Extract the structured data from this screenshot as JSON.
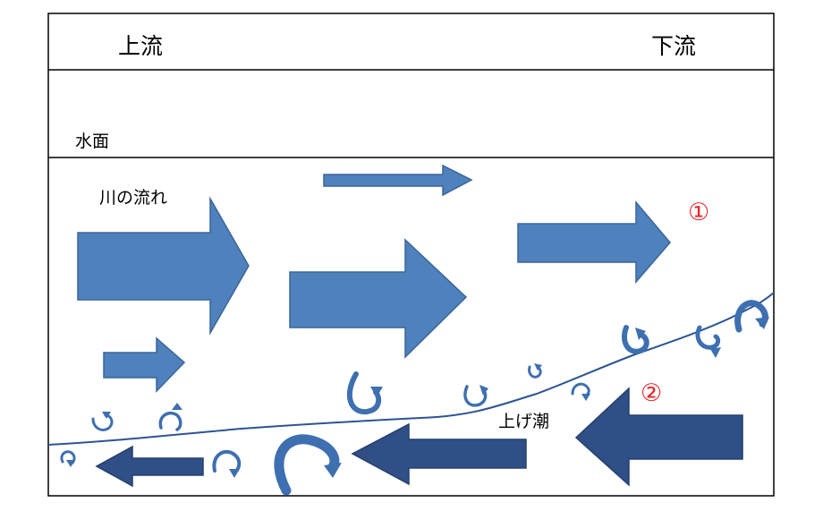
{
  "header": {
    "upstream": "上流",
    "downstream": "下流"
  },
  "labels": {
    "water_surface": "水面",
    "river_flow": "川の流れ",
    "rising_tide": "上げ潮"
  },
  "markers": {
    "one": "①",
    "two": "②"
  },
  "colors": {
    "flow_arrow": "#4f81bd",
    "flow_arrow_stroke": "#3a6699",
    "tide_arrow": "#2f4f86",
    "tide_arrow_stroke": "#24406e",
    "eddy": "#3e6fb0",
    "boundary_line": "#2c5494",
    "marker": "#e8262a",
    "frame": "#000000"
  }
}
